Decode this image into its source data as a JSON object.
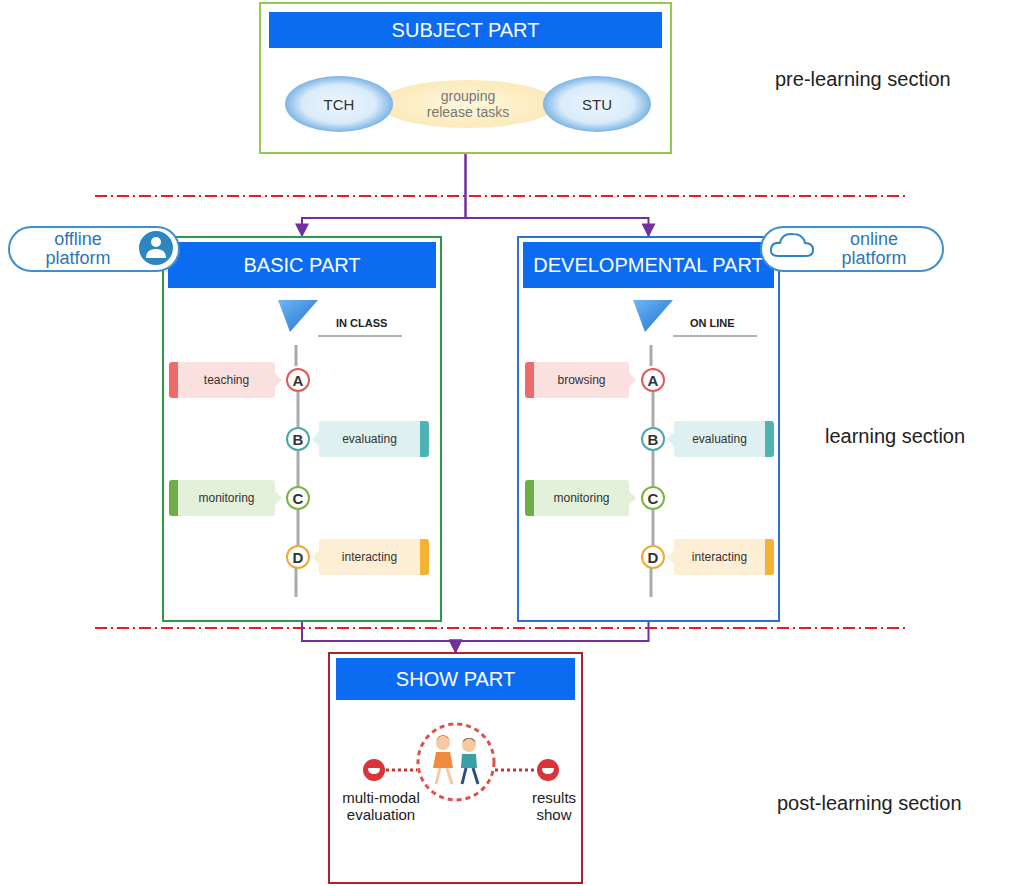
{
  "diagram": {
    "nodes": [
      {
        "text": [
          "SUBJECT PART"
        ]
      },
      {
        "text": [
          "TCH"
        ],
        "in": 0
      },
      {
        "text": [
          "grouping release tasks"
        ],
        "in": 0
      },
      {
        "text": [
          "STU"
        ],
        "in": 0
      },
      {
        "text": [
          "offline platform"
        ]
      },
      {
        "text": [
          "BASIC PART"
        ]
      },
      {
        "text": [
          "teaching"
        ],
        "in": 5
      },
      {
        "text": [
          "A"
        ],
        "in": 5
      },
      {
        "text": [
          "B"
        ],
        "in": 5
      },
      {
        "text": [
          "evaluating"
        ],
        "in": 5
      },
      {
        "text": [
          "monitoring"
        ],
        "in": 5
      },
      {
        "text": [
          "C"
        ],
        "in": 5
      },
      {
        "text": [
          "D"
        ],
        "in": 5
      },
      {
        "text": [
          "interacting"
        ],
        "in": 5
      },
      {
        "text": [
          "DEVELOPMENTAL  PART"
        ]
      },
      {
        "text": [
          "browsing"
        ],
        "in": 14
      },
      {
        "text": [
          "A"
        ],
        "in": 14
      },
      {
        "text": [
          "B"
        ],
        "in": 14
      },
      {
        "text": [
          "evaluating"
        ],
        "in": 14
      },
      {
        "text": [
          "monitoring"
        ],
        "in": 14
      },
      {
        "text": [
          "C"
        ],
        "in": 14
      },
      {
        "text": [
          "D"
        ],
        "in": 14
      },
      {
        "text": [
          "interacting"
        ],
        "in": 14
      },
      {
        "text": [
          "online platform"
        ]
      },
      {
        "text": [
          "SHOW PART"
        ]
      },
      {
        "text": [
          "multi-modal evaluation"
        ],
        "in": 24
      },
      {
        "text": [
          "results show"
        ],
        "in": 24
      }
    ],
    "edges": [
      {
        "from": 0,
        "to": 5,
        "arrow": "to"
      },
      {
        "from": 0,
        "to": 14,
        "arrow": "to"
      },
      {
        "from": 5,
        "to": 24,
        "arrow": "to"
      },
      {
        "from": 14,
        "to": 24,
        "arrow": "to"
      },
      {
        "from": 7,
        "to": 8,
        "arrow": "none"
      },
      {
        "from": 8,
        "to": 11,
        "arrow": "none"
      },
      {
        "from": 11,
        "to": 12,
        "arrow": "none"
      },
      {
        "from": 16,
        "to": 17,
        "arrow": "none"
      },
      {
        "from": 17,
        "to": 20,
        "arrow": "none"
      },
      {
        "from": 20,
        "to": 21,
        "arrow": "none"
      }
    ],
    "labels": [
      "pre-learning section",
      "IN CLASS",
      "ON LINE",
      "learning section",
      "post-learning section"
    ]
  }
}
